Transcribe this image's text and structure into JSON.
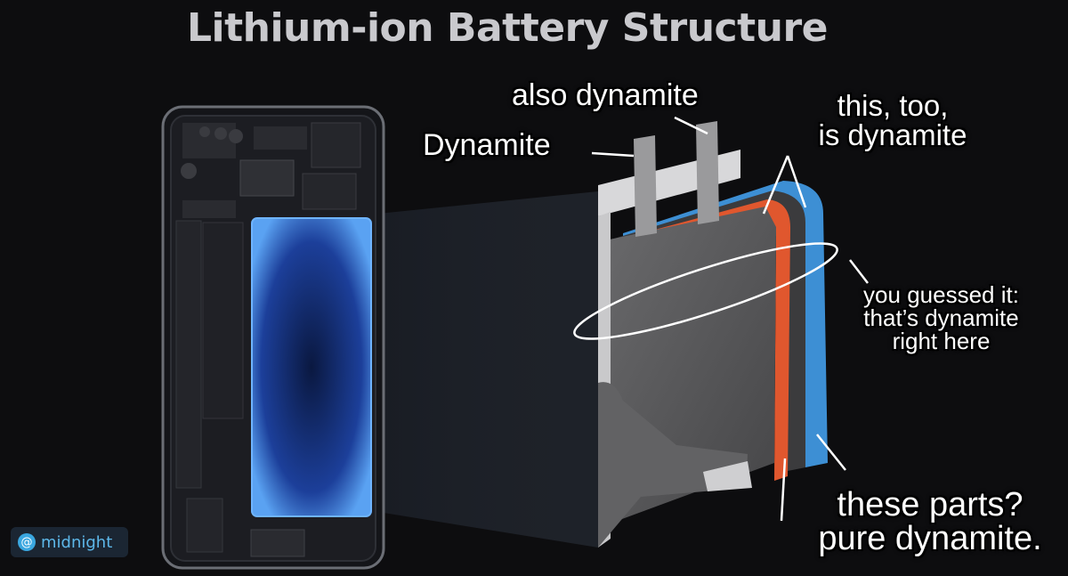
{
  "title": "Lithium-ion Battery Structure",
  "labels": {
    "also_dynamite": "also dynamite",
    "dynamite": "Dynamite",
    "this_too_line1": "this, too,",
    "this_too_line2": "is dynamite",
    "guessed_line1": "you guessed it:",
    "guessed_line2": "that’s dynamite",
    "guessed_line3": "right here",
    "parts_line1": "these parts?",
    "parts_line2": "pure dynamite."
  },
  "watermark": {
    "symbol": "@",
    "text": "midnight"
  },
  "colors": {
    "background": "#0d0d0f",
    "screen_blue": "#3b6fd6",
    "separator_blue": "#3d8fd4",
    "orange_layer": "#e0572e",
    "cell_gray": "#5e5e60",
    "tab_gray": "#9a9a9c"
  }
}
